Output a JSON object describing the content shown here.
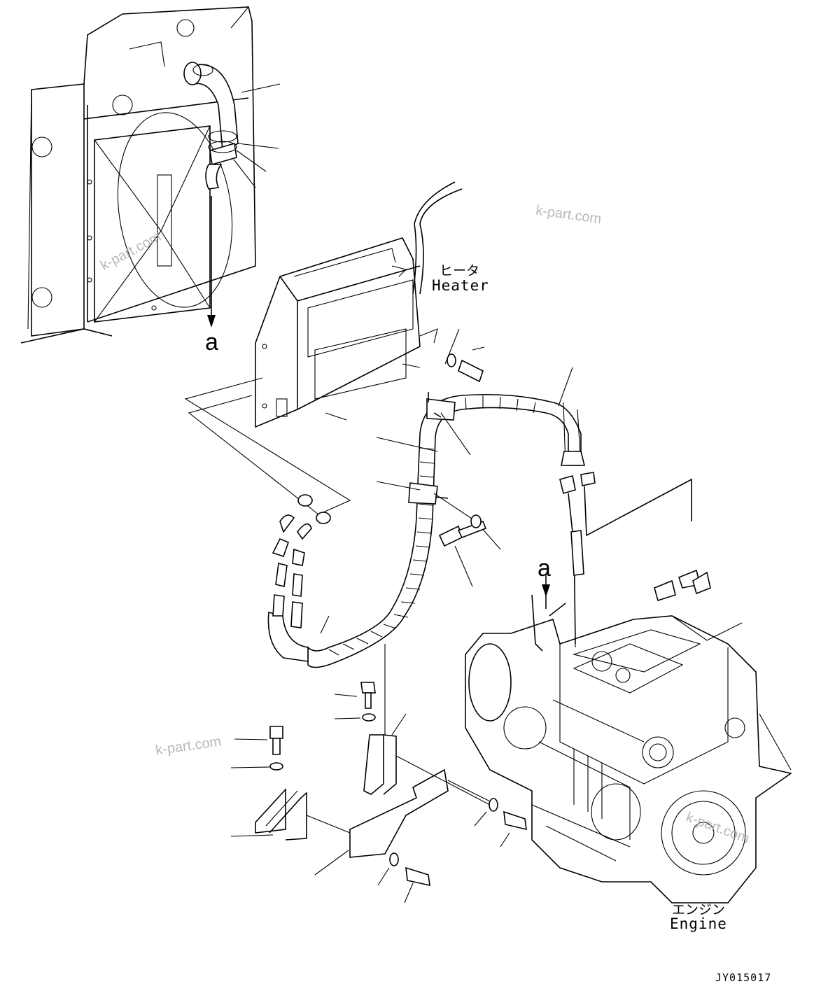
{
  "labels": {
    "heater_jp": "ヒータ",
    "heater_en": "Heater",
    "engine_jp": "エンジン",
    "engine_en": "Engine",
    "ref_mark_top": "a",
    "ref_mark_engine": "a",
    "drawing_code": "JY015017"
  },
  "watermark": "k-part.com"
}
